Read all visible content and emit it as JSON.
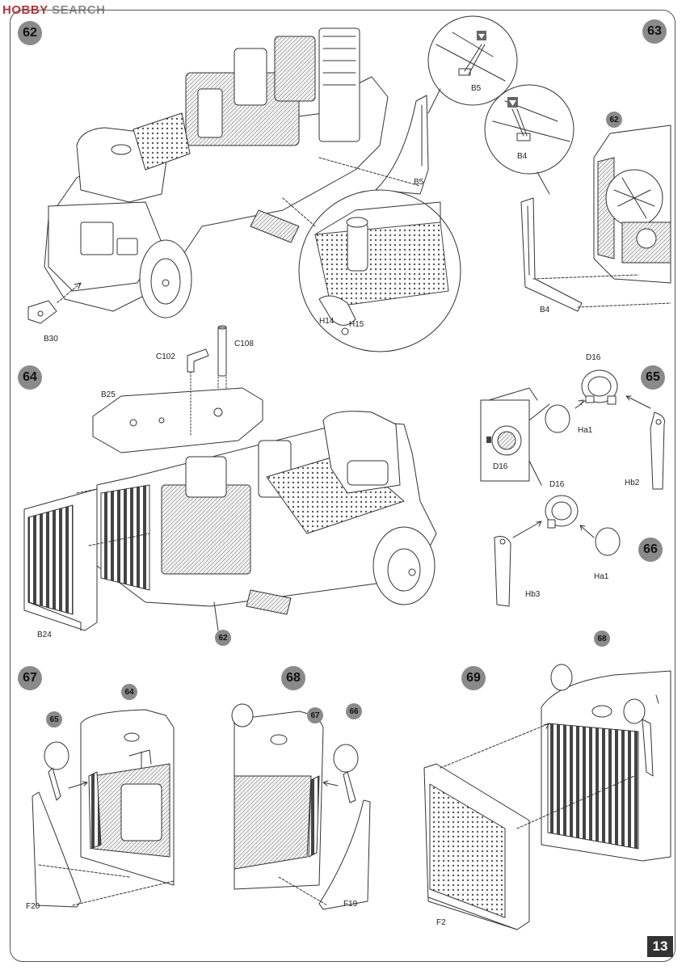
{
  "watermark": {
    "brand": "HOBBY",
    "suffix": " SEARCH"
  },
  "page_number": "13",
  "steps": {
    "s62": "62",
    "s63": "63",
    "s64": "64",
    "s65": "65",
    "s66": "66",
    "s67": "67",
    "s68": "68",
    "s69": "69"
  },
  "refs": {
    "r62_in63": "62",
    "r62_in64": "62",
    "r64_in67": "64",
    "r65_in67": "65",
    "r67_in68": "67",
    "r66_in68": "66",
    "r68_in69": "68"
  },
  "parts": {
    "b5": "B5",
    "b5_detail": "B5",
    "b30": "B30",
    "h14": "H14",
    "h15": "H15",
    "b4": "B4",
    "b4_detail": "B4",
    "c102": "C102",
    "c108": "C108",
    "b25": "B25",
    "b24": "B24",
    "d16_65": "D16",
    "d16_detail": "D16",
    "ha1_65": "Ha1",
    "hb2": "Hb2",
    "d16_66": "D16",
    "ha1_66": "Ha1",
    "hb3": "Hb3",
    "f20": "F20",
    "f19": "F19",
    "f2": "F2"
  }
}
